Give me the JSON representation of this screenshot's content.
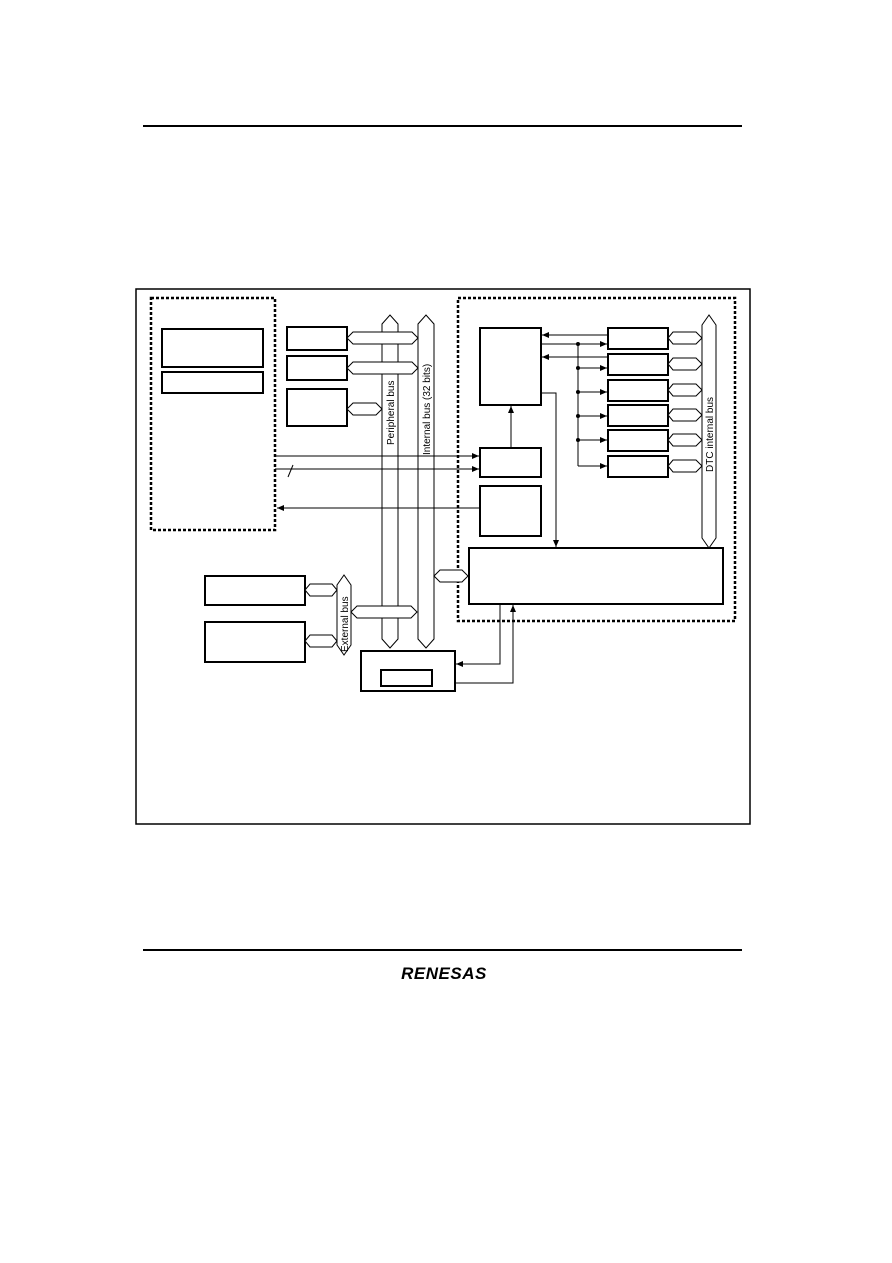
{
  "bus_labels": {
    "peripheral_bus": "Peripheral bus",
    "internal_bus": "Internal bus (32 bits)",
    "dtc_internal_bus": "DTC internal bus",
    "external_bus": "External bus"
  },
  "logo_text": "RENESAS",
  "colors": {
    "line": "#000000",
    "background": "#ffffff"
  }
}
